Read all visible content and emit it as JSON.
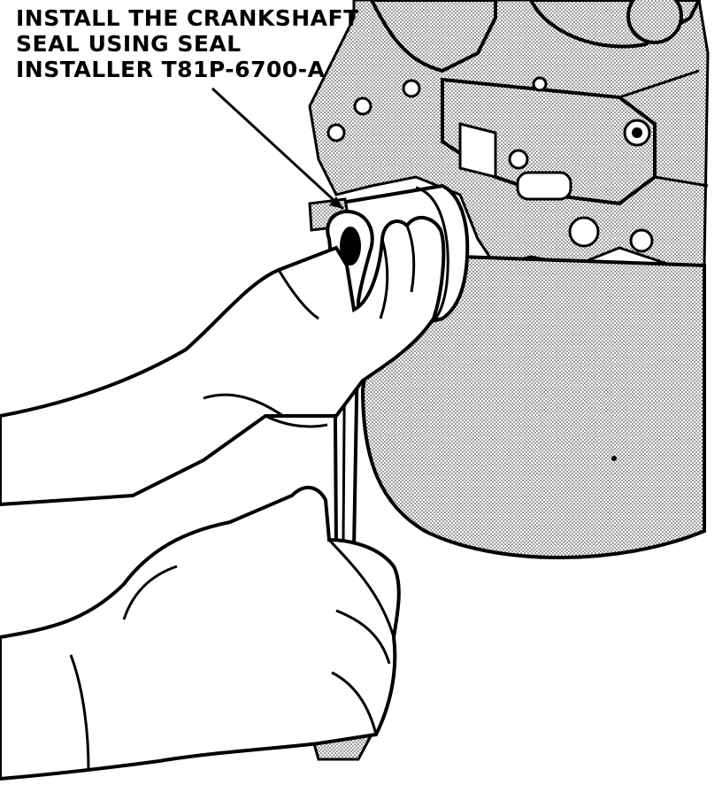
{
  "callout": {
    "line1": "INSTALL THE CRANKSHAFT",
    "line2": "SEAL USING SEAL",
    "line3": "INSTALLER T81P-6700-A"
  },
  "colors": {
    "ink": "#000000",
    "paper": "#ffffff",
    "screen_dot": "#555555"
  }
}
